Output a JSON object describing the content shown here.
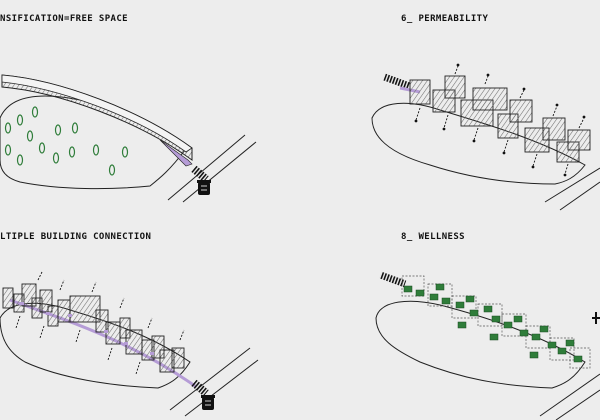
{
  "panels": {
    "densification": {
      "label": "NSIFICATION=FREE SPACE"
    },
    "permeability": {
      "label": "6_ PERMEABILITY"
    },
    "connection": {
      "label": "LTIPLE BUILDING CONNECTION"
    },
    "wellness": {
      "label": "8_ WELLNESS"
    }
  },
  "colors": {
    "background": "#ededed",
    "ink": "#111111",
    "tree_green": "#2f7d3a",
    "path_purple": "#b59cd6",
    "hatch_gray": "#8a8a8a"
  },
  "icons": [
    "trash-bin-icon",
    "tree-icon",
    "connection-arrow-icon",
    "plus-icon"
  ]
}
